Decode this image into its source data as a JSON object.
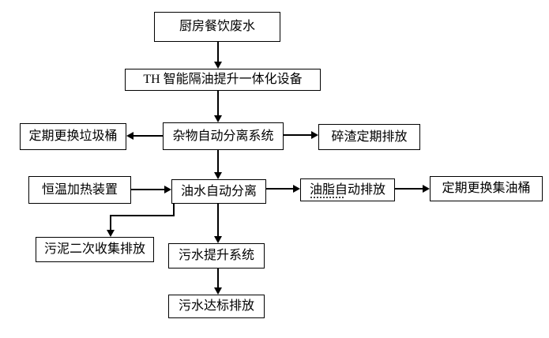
{
  "diagram": {
    "type": "flowchart",
    "nodes": [
      {
        "id": "kitchen-wastewater",
        "label": "厨房餐饮废水"
      },
      {
        "id": "th-integrated-device",
        "label": "TH 智能隔油提升一体化设备"
      },
      {
        "id": "debris-separation",
        "label": "杂物自动分离系统"
      },
      {
        "id": "replace-trash-bin",
        "label": "定期更换垃圾桶"
      },
      {
        "id": "residue-discharge",
        "label": "碎渣定期排放"
      },
      {
        "id": "heating-device",
        "label": "恒温加热装置"
      },
      {
        "id": "oil-water-separation",
        "label": "油水自动分离"
      },
      {
        "id": "grease-discharge",
        "label": "油脂自动排放"
      },
      {
        "id": "replace-oil-barrel",
        "label": "定期更换集油桶"
      },
      {
        "id": "sludge-collection",
        "label": "污泥二次收集排放"
      },
      {
        "id": "sewage-lift-system",
        "label": "污水提升系统"
      },
      {
        "id": "standard-discharge",
        "label": "污水达标排放"
      }
    ],
    "edges": [
      {
        "from": "厨房餐饮废水",
        "to": "TH 智能隔油提升一体化设备",
        "direction": "down"
      },
      {
        "from": "TH 智能隔油提升一体化设备",
        "to": "杂物自动分离系统",
        "direction": "down"
      },
      {
        "from": "杂物自动分离系统",
        "to": "定期更换垃圾桶",
        "direction": "left"
      },
      {
        "from": "杂物自动分离系统",
        "to": "碎渣定期排放",
        "direction": "right"
      },
      {
        "from": "杂物自动分离系统",
        "to": "油水自动分离",
        "direction": "down"
      },
      {
        "from": "恒温加热装置",
        "to": "油水自动分离",
        "direction": "right"
      },
      {
        "from": "油水自动分离",
        "to": "油脂自动排放",
        "direction": "right"
      },
      {
        "from": "油脂自动排放",
        "to": "定期更换集油桶",
        "direction": "right"
      },
      {
        "from": "油水自动分离",
        "to": "污泥二次收集排放",
        "direction": "down-left-elbow"
      },
      {
        "from": "油水自动分离",
        "to": "污水提升系统",
        "direction": "down"
      },
      {
        "from": "污水提升系统",
        "to": "污水达标排放",
        "direction": "down"
      }
    ],
    "colors": {
      "background": "#ffffff",
      "box_border": "#000000",
      "line": "#000000",
      "text": "#000000"
    }
  }
}
